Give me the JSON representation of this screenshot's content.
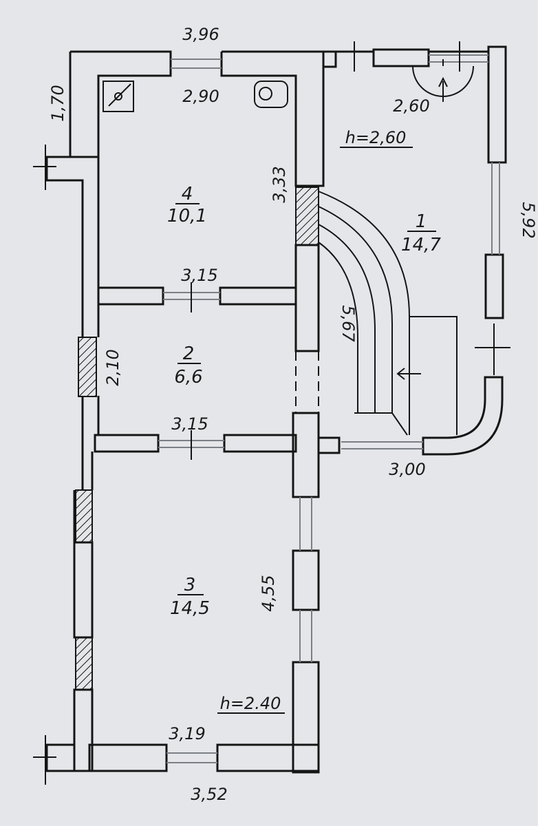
{
  "plan": {
    "rooms": [
      {
        "number": "4",
        "area": "10,1"
      },
      {
        "number": "2",
        "area": "6,6"
      },
      {
        "number": "3",
        "area": "14,5"
      },
      {
        "number": "1",
        "area": "14,7"
      }
    ],
    "dimensions": {
      "top_outer": "3,96",
      "left_top": "1,70",
      "room4_width": "2,90",
      "room4_height": "3,33",
      "room2_top": "3,15",
      "room2_height": "2,10",
      "room3_top": "3,15",
      "room3_height": "4,55",
      "room3_bottom_inner": "3,19",
      "bottom_outer": "3,52",
      "hall_top": "2,60",
      "hall_right": "5,92",
      "hall_stairs": "5,67",
      "hall_bottom": "3,00"
    },
    "heights": {
      "hall": "h=2,60",
      "room3": "h=2.40"
    },
    "colors": {
      "paper": "#e4e6e9",
      "line": "#151515",
      "window": "#7b7f85"
    }
  }
}
